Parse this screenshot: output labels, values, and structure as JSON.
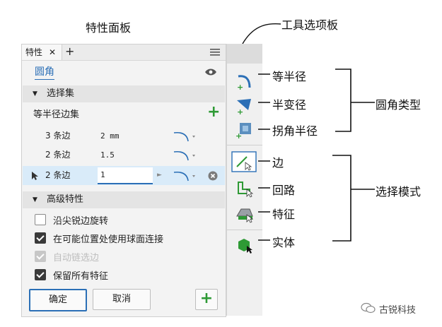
{
  "callouts": {
    "properties_panel": "特性面板",
    "tool_palette": "工具选项板",
    "equal_radius": "等半径",
    "variable_radius": "半变径",
    "corner_setback": "拐角半径",
    "fillet_type": "圆角类型",
    "edge": "边",
    "loop": "回路",
    "feature": "特征",
    "solid": "实体",
    "selection_mode": "选择模式"
  },
  "panel": {
    "tab_label": "特性",
    "tab_close": "✕",
    "tab_add": "+",
    "menu_icon": "hamburger-icon",
    "feature_name": "圆角",
    "section_select": "选择集",
    "equal_radius_edge_set": "等半径边集",
    "rows": [
      {
        "count": "3 条边",
        "value": "2 mm",
        "editing": false
      },
      {
        "count": "2 条边",
        "value": "1.5",
        "editing": false
      },
      {
        "count": "2 条边",
        "value": "1",
        "editing": true
      }
    ],
    "section_advanced": "高级特性",
    "options": [
      {
        "label": "沿尖锐边旋转",
        "checked": false,
        "disabled": false
      },
      {
        "label": "在可能位置处使用球面连接",
        "checked": true,
        "disabled": false
      },
      {
        "label": "自动链选边",
        "checked": true,
        "disabled": true
      },
      {
        "label": "保留所有特征",
        "checked": true,
        "disabled": false
      }
    ],
    "ok": "确定",
    "cancel": "取消",
    "add": "+"
  },
  "watermark": "古锐科技",
  "colors": {
    "accent_blue": "#1e73be",
    "green": "#2e9a35",
    "link_blue": "#2b6fb6"
  }
}
